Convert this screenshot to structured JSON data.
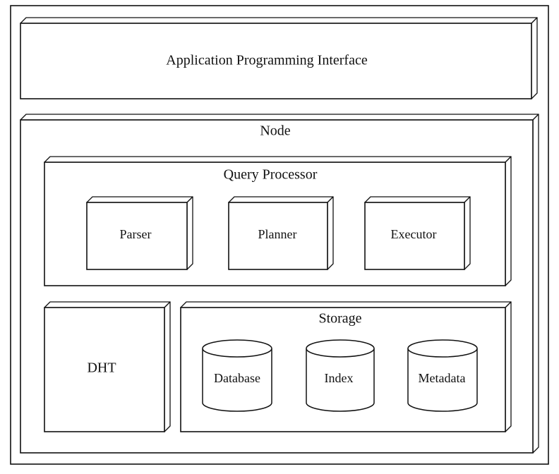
{
  "diagram": {
    "api": {
      "label": "Application Programming Interface"
    },
    "node": {
      "label": "Node",
      "query_processor": {
        "label": "Query Processor",
        "components": [
          "Parser",
          "Planner",
          "Executor"
        ]
      },
      "dht": {
        "label": "DHT"
      },
      "storage": {
        "label": "Storage",
        "stores": [
          "Database",
          "Index",
          "Metadata"
        ]
      }
    }
  }
}
